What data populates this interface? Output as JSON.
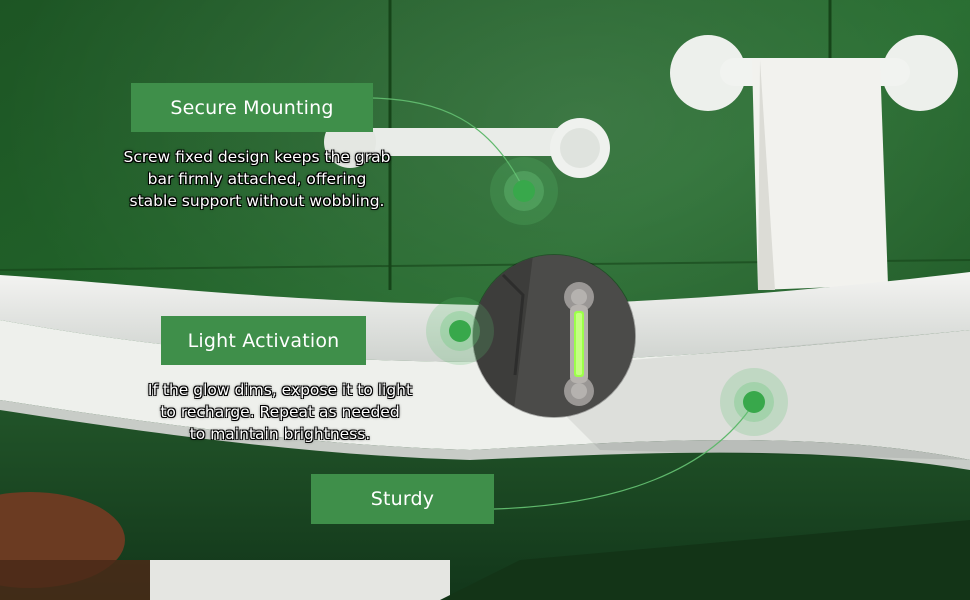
{
  "callouts": [
    {
      "title": "Secure Mounting",
      "description": "Screw fixed design keeps the grab\nbar firmly attached, offering\nstable support without wobbling."
    },
    {
      "title": "Light Activation",
      "description": "If the glow dims, expose it to light\nto recharge. Repeat as needed\nto maintain brightness."
    },
    {
      "title": "Sturdy"
    }
  ],
  "colors": {
    "label_bg": "#3f8f4a",
    "wall_green": "#1f5a27",
    "dot_green": "#38a84b",
    "glow_green": "#9cff4a"
  }
}
